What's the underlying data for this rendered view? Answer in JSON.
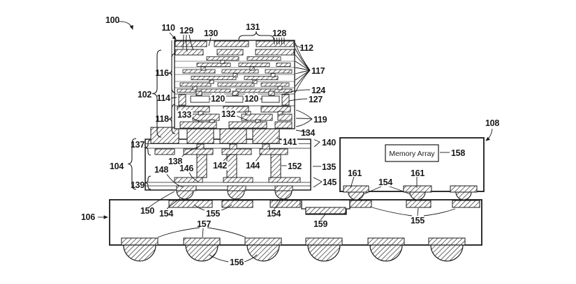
{
  "figure": {
    "type": "patent-cross-section-diagram",
    "memory_block": {
      "label": "Memory Array"
    },
    "colors": {
      "ink": "#1a1a1a",
      "paper": "#ffffff"
    },
    "labels": {
      "n100": "100",
      "n102": "102",
      "n104": "104",
      "n106": "106",
      "n108": "108",
      "n110": "110",
      "n112": "112",
      "n114": "114",
      "n116": "116",
      "n117": "117",
      "n118": "118",
      "n119": "119",
      "n120": "120",
      "n124": "124",
      "n127": "127",
      "n128": "128",
      "n129": "129",
      "n130": "130",
      "n131": "131",
      "n132": "132",
      "n133": "133",
      "n134": "134",
      "n135": "135",
      "n137": "137",
      "n138": "138",
      "n139": "139",
      "n140": "140",
      "n141": "141",
      "n142": "142",
      "n144": "144",
      "n145": "145",
      "n146": "146",
      "n148": "148",
      "n150": "150",
      "n152": "152",
      "n154": "154",
      "n155": "155",
      "n156": "156",
      "n157": "157",
      "n158": "158",
      "n159": "159",
      "n161": "161"
    }
  }
}
